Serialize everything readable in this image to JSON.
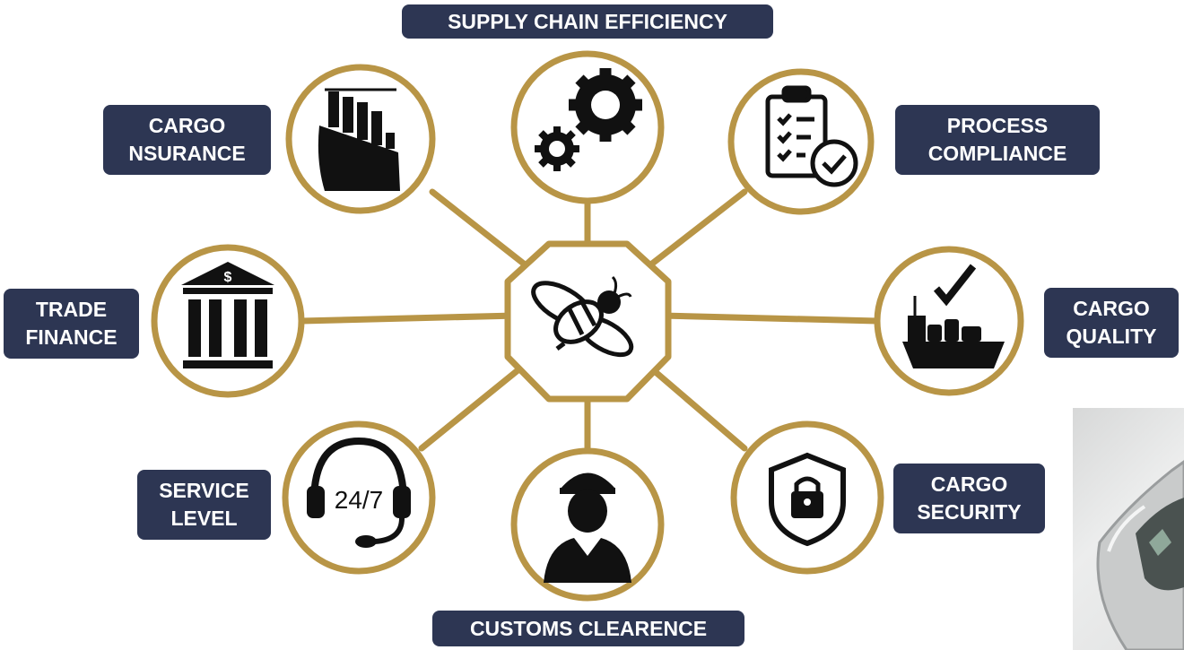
{
  "hub": {
    "icon": "bee-icon"
  },
  "nodes": [
    {
      "id": "supply-chain-efficiency",
      "icon": "gears-icon",
      "lines": [
        "SUPPLY CHAIN EFFICIENCY"
      ]
    },
    {
      "id": "process-compliance",
      "icon": "clipboard-check-icon",
      "lines": [
        "PROCESS",
        "COMPLIANCE"
      ]
    },
    {
      "id": "cargo-quality",
      "icon": "cargo-ship-check-icon",
      "lines": [
        "CARGO",
        "QUALITY"
      ]
    },
    {
      "id": "cargo-security",
      "icon": "shield-lock-icon",
      "lines": [
        "CARGO",
        "SECURITY"
      ]
    },
    {
      "id": "customs-clearence",
      "icon": "customs-officer-icon",
      "lines": [
        "CUSTOMS CLEARENCE"
      ]
    },
    {
      "id": "service-level",
      "icon": "headset-24-7-icon",
      "icon_text": "24/7",
      "lines": [
        "SERVICE",
        "LEVEL"
      ]
    },
    {
      "id": "trade-finance",
      "icon": "bank-icon",
      "icon_text": "$",
      "lines": [
        "TRADE",
        "FINANCE"
      ]
    },
    {
      "id": "cargo-insurance",
      "icon": "container-ship-icon",
      "lines": [
        "CARGO",
        "NSURANCE"
      ]
    }
  ],
  "colors": {
    "ring": "#b89546",
    "label_bg": "#2d3653",
    "label_text": "#ffffff",
    "icon": "#111111"
  },
  "photo": {
    "icon": "product-photo-fragment"
  }
}
